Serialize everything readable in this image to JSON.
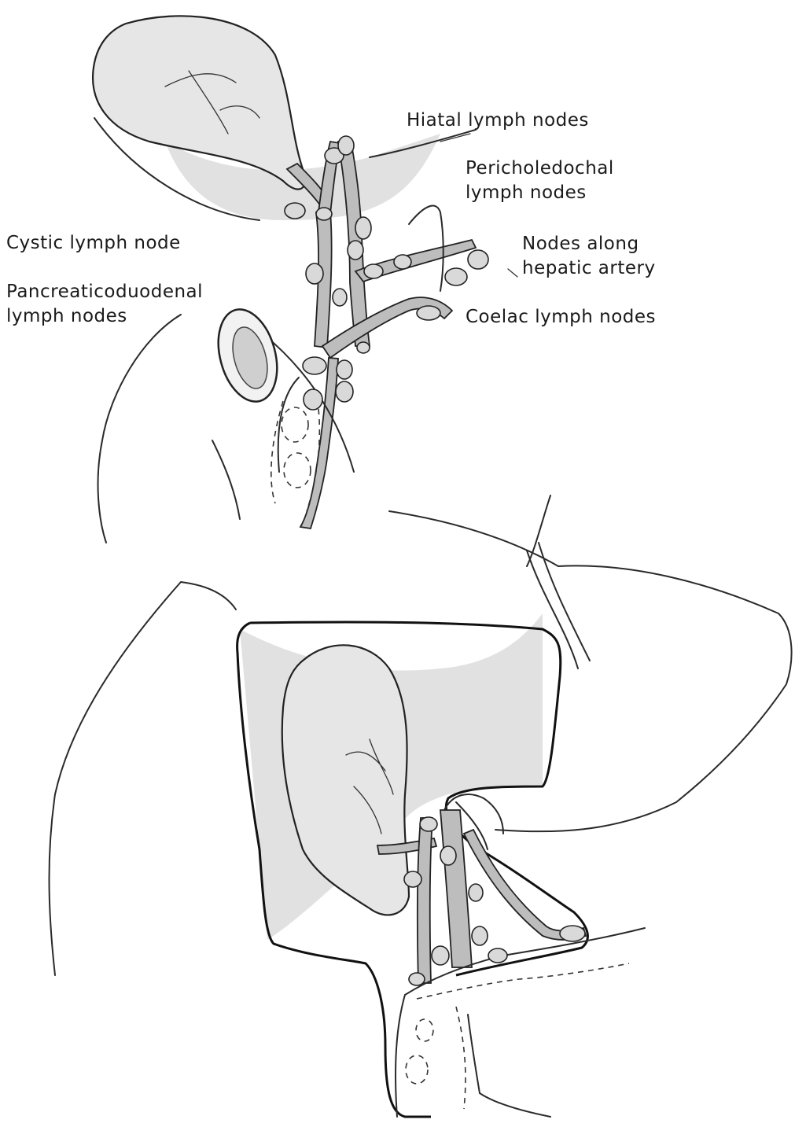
{
  "labels": {
    "hiatal": "Hiatal lymph nodes",
    "pericholedochal": "Pericholedochal\nlymph nodes",
    "cystic": "Cystic lymph node",
    "nodes_hepatic": "Nodes along\nhepatic artery",
    "pancreaticoduodenal": "Pancreaticoduodenal\nlymph nodes",
    "coelac": "Coelac lymph nodes"
  },
  "colors": {
    "ink": "#222222",
    "shading": "#bdbdbd",
    "background": "#ffffff"
  }
}
